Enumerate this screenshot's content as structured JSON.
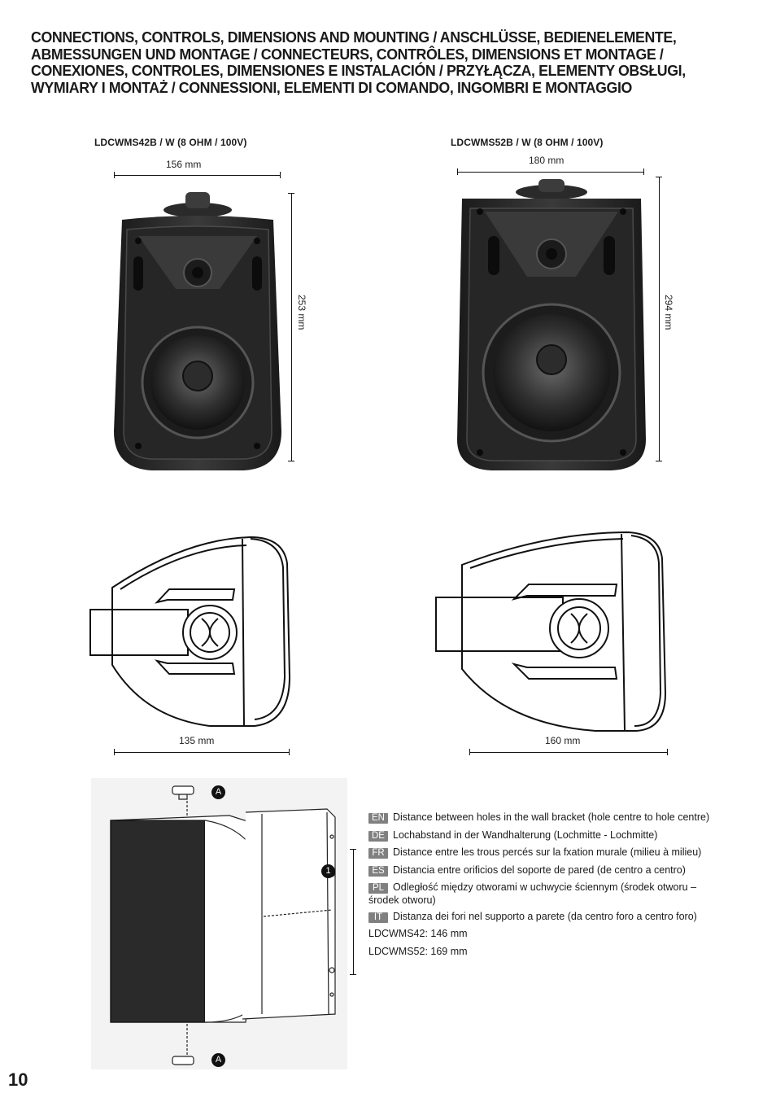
{
  "heading": {
    "lines": [
      "CONNECTIONS, CONTROLS, DIMENSIONS AND MOUNTING / ANSCHLÜSSE, BEDIENELEMENTE,",
      "ABMESSUNGEN UND MONTAGE / CONNECTEURS, CONTRÔLES, DIMENSIONS ET MONTAGE /",
      "CONEXIONES, CONTROLES, DIMENSIONES E INSTALACIÓN / PRZYŁĄCZA, ELEMENTY OBSŁUGI,",
      "WYMIARY I MONTAŻ / CONNESSIONI, ELEMENTI DI COMANDO, INGOMBRI E MONTAGGIO"
    ]
  },
  "speaker_left": {
    "model": "LDCWMS42B / W (8 OHM / 100V)",
    "width": "156 mm",
    "height": "253 mm",
    "depth": "135 mm"
  },
  "speaker_right": {
    "model": "LDCWMS52B / W (8 OHM / 100V)",
    "width": "180 mm",
    "height": "294 mm",
    "depth": "160 mm"
  },
  "mount": {
    "marker_a": "A",
    "marker_1": "1"
  },
  "legend": {
    "items": [
      {
        "lang": "EN",
        "text": "Distance between holes in the wall bracket (hole centre to hole centre)"
      },
      {
        "lang": "DE",
        "text": "Lochabstand in der Wandhalterung (Lochmitte - Lochmitte)"
      },
      {
        "lang": "FR",
        "text": "Distance entre les trous percés sur la fxation murale (milieu à milieu)"
      },
      {
        "lang": "ES",
        "text": "Distancia entre orificios del soporte de pared (de centro a centro)"
      },
      {
        "lang": "PL",
        "text": "Odległość między otworami w uchwycie ściennym (środek otworu –",
        "cont": "środek otworu)"
      },
      {
        "lang": "IT",
        "text": "Distanza dei fori nel supporto a parete (da centro foro a centro foro)"
      }
    ],
    "values": [
      "LDCWMS42: 146 mm",
      "LDCWMS52: 169 mm"
    ]
  },
  "page_number": "10"
}
